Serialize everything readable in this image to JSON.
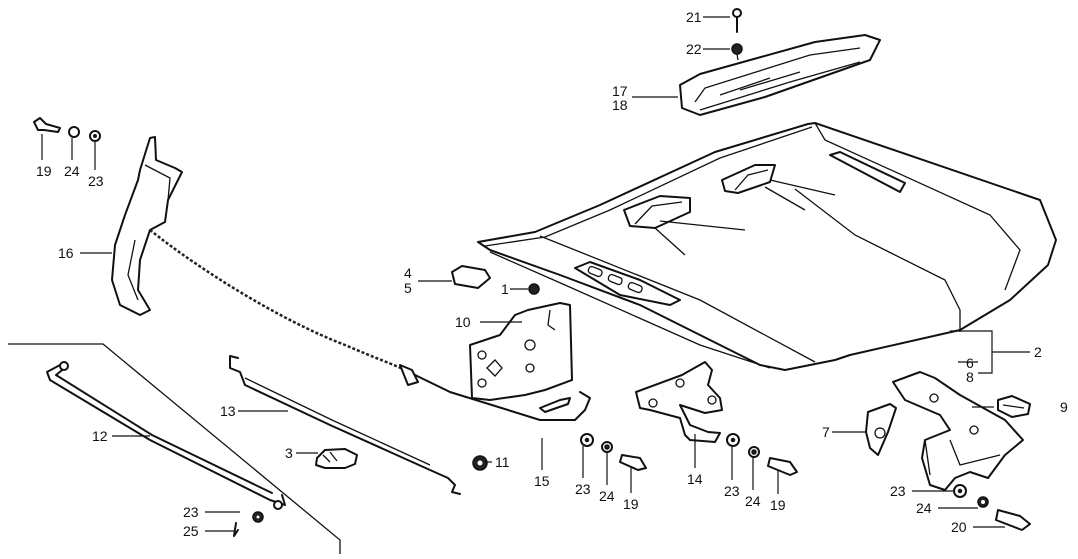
{
  "diagram": {
    "title": "Hood assembly exploded parts diagram",
    "callouts": {
      "c1": "1",
      "c2": "2",
      "c3": "3",
      "c4": "4",
      "c5": "5",
      "c6": "6",
      "c7": "7",
      "c8": "8",
      "c9": "9",
      "c10": "10",
      "c11": "11",
      "c12": "12",
      "c13": "13",
      "c14": "14",
      "c15": "15",
      "c16": "16",
      "c17": "17",
      "c18": "18",
      "c19a": "19",
      "c19b": "19",
      "c19c": "19",
      "c20": "20",
      "c21": "21",
      "c22": "22",
      "c23a": "23",
      "c23b": "23",
      "c23c": "23",
      "c23d": "23",
      "c23e": "23",
      "c24a": "24",
      "c24b": "24",
      "c24c": "24",
      "c24d": "24",
      "c25": "25"
    },
    "parts": [
      {
        "id": "hood",
        "callout": "2"
      },
      {
        "id": "hood-scoop",
        "callout": "17/18"
      },
      {
        "id": "hood-latch",
        "callout": "10"
      },
      {
        "id": "release-handle",
        "callout": "16"
      },
      {
        "id": "release-cable",
        "callout": "15"
      },
      {
        "id": "support-rod-12",
        "callout": "12"
      },
      {
        "id": "support-rod-13",
        "callout": "13"
      },
      {
        "id": "hinge-right",
        "callout": "6/8"
      },
      {
        "id": "hinge-left",
        "callout": "14"
      }
    ]
  }
}
